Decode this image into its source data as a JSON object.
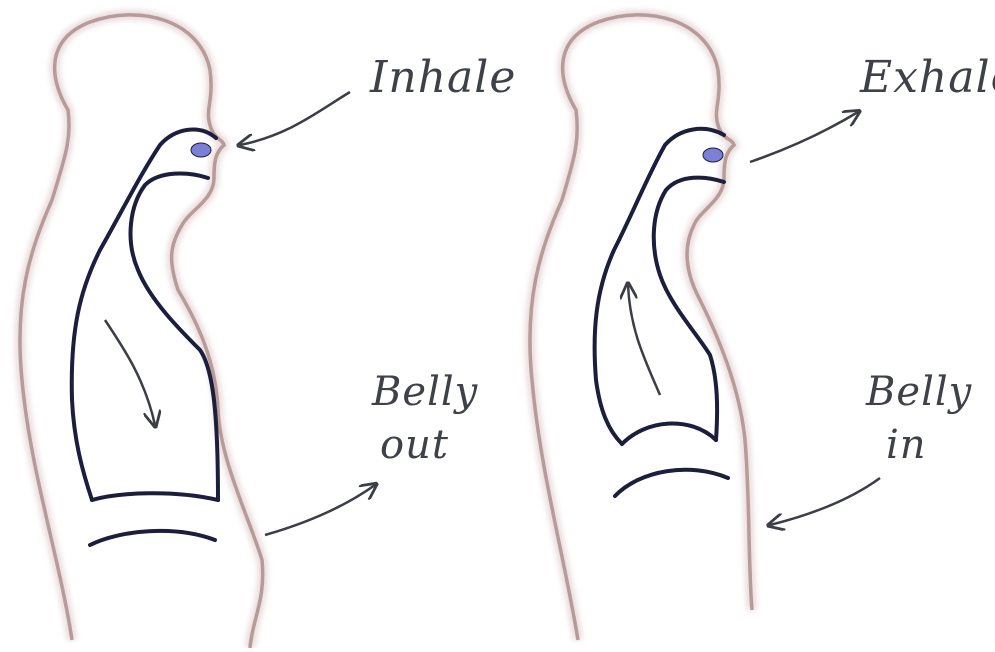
{
  "diagrams": [
    {
      "phase_label": "Inhale",
      "belly_label_line1": "Belly",
      "belly_label_line2": "out"
    },
    {
      "phase_label": "Exhale",
      "belly_label_line1": "Belly",
      "belly_label_line2": "in"
    }
  ],
  "colors": {
    "background": "#ffffff",
    "body_outline": "#b89a98",
    "body_glow": "#e9dcdb",
    "airway": "#1b1e3c",
    "nostril": "#7b7fd6",
    "arrows": "#3b3e46",
    "text": "#3e4148"
  }
}
